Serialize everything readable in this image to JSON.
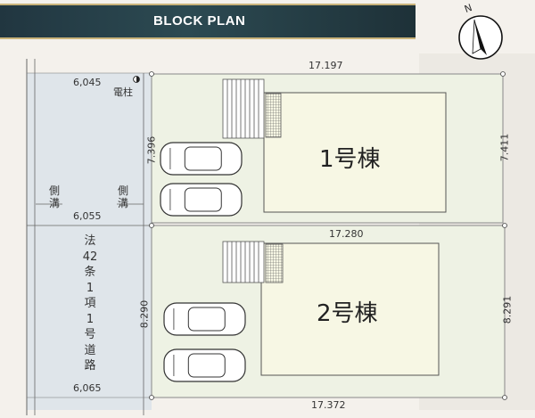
{
  "header": {
    "title": "BLOCK PLAN"
  },
  "compass": {
    "north_label": "N"
  },
  "road": {
    "name_chars": [
      "法",
      "42",
      "条",
      "1",
      "項",
      "1",
      "号",
      "道",
      "路"
    ],
    "gutter_left_chars": [
      "側",
      "溝"
    ],
    "gutter_right_chars": [
      "側",
      "溝"
    ],
    "width_top": "6,045",
    "width_mid": "6,055",
    "width_bottom": "6,065",
    "pole_label": "電柱"
  },
  "lots": [
    {
      "building_label": "1号棟",
      "top_length": "17.197",
      "left_depth": "7.396",
      "right_depth": "7.411"
    },
    {
      "building_label": "2号棟",
      "top_length": "17.280",
      "left_depth": "8.290",
      "right_depth": "8.291",
      "bottom_length": "17.372"
    }
  ],
  "colors": {
    "lot_fill": "#eef2e4",
    "building_fill": "#f7f7e4",
    "road_fill": "#dfe5ea",
    "banner": "#2c4a52",
    "banner_border": "#c9b37a"
  }
}
